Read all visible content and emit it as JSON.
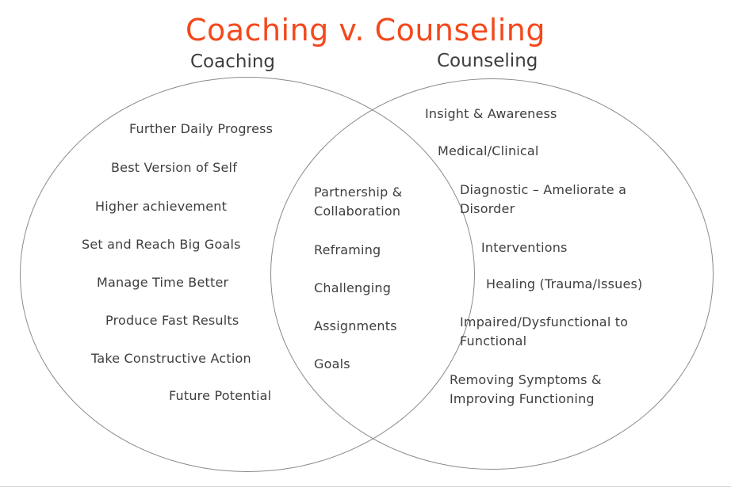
{
  "title": "Coaching v. Counseling",
  "colors": {
    "title_color": "#f3491d",
    "text_color": "#3e3e3e",
    "stroke_color": "#8a8a8a",
    "divider_color": "#d4d4d4"
  },
  "venn": {
    "left": {
      "label": "Coaching",
      "items": [
        "Further Daily Progress",
        "Best Version of Self",
        "Higher achievement",
        "Set and Reach Big Goals",
        "Manage Time Better",
        "Produce Fast Results",
        "Take Constructive Action",
        "Future Potential"
      ]
    },
    "overlap": {
      "items": [
        "Partnership & Collaboration",
        "Reframing",
        "Challenging",
        "Assignments",
        "Goals"
      ]
    },
    "right": {
      "label": "Counseling",
      "items": [
        "Insight & Awareness",
        "Medical/Clinical",
        "Diagnostic – Ameliorate a Disorder",
        "Interventions",
        "Healing (Trauma/Issues)",
        "Impaired/Dysfunctional to Functional",
        "Removing Symptoms & Improving Functioning"
      ]
    }
  }
}
